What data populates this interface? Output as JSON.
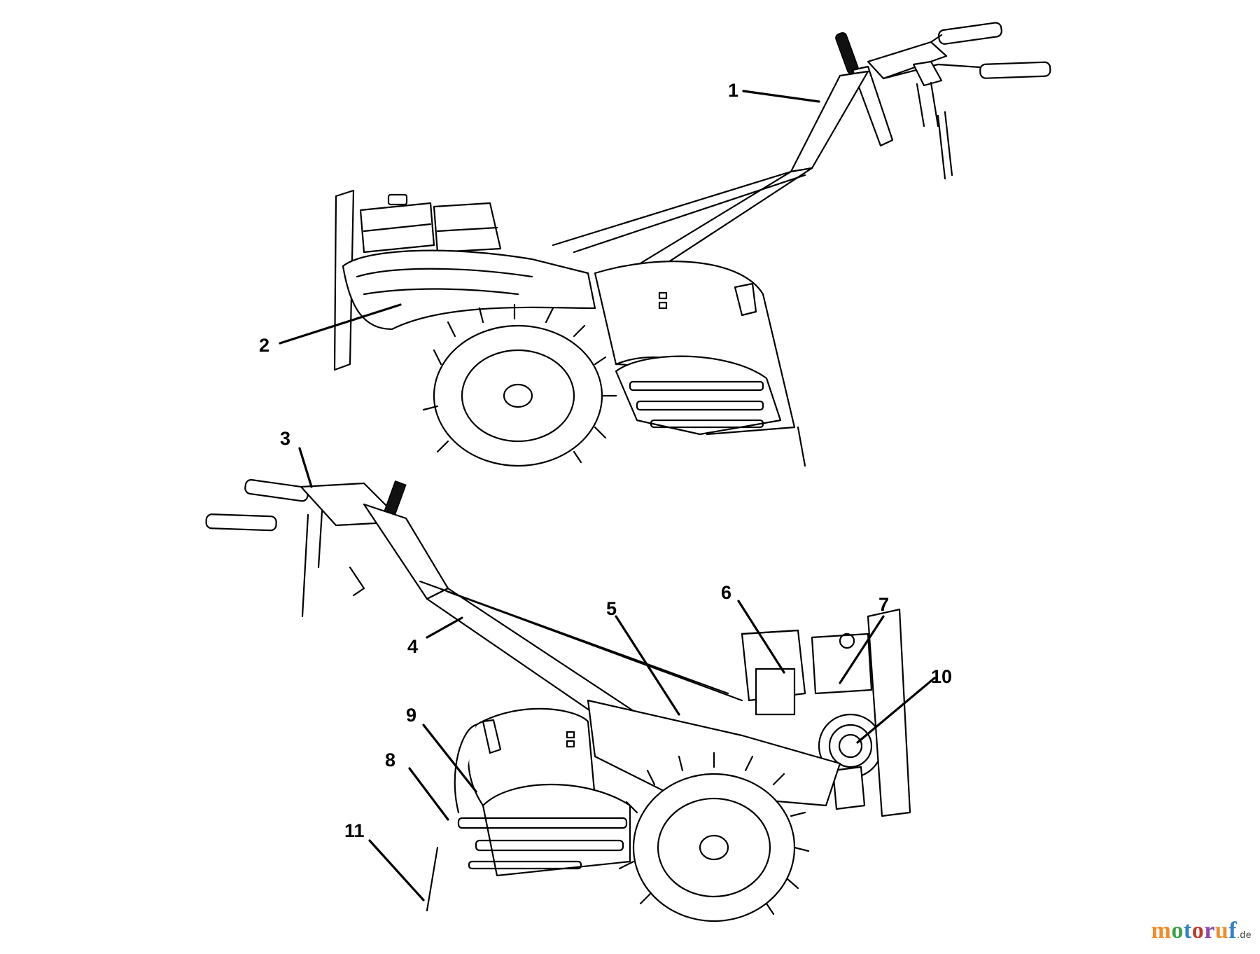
{
  "callouts": [
    {
      "id": "1",
      "label": "1"
    },
    {
      "id": "2",
      "label": "2"
    },
    {
      "id": "3",
      "label": "3"
    },
    {
      "id": "4",
      "label": "4"
    },
    {
      "id": "5",
      "label": "5"
    },
    {
      "id": "6",
      "label": "6"
    },
    {
      "id": "7",
      "label": "7"
    },
    {
      "id": "8",
      "label": "8"
    },
    {
      "id": "9",
      "label": "9"
    },
    {
      "id": "10",
      "label": "10"
    },
    {
      "id": "11",
      "label": "11"
    }
  ],
  "watermark": {
    "brand": "motoruf",
    "tld": ".de",
    "colors": [
      "#f28c28",
      "#3aa14a",
      "#2f7fcf",
      "#c0392b",
      "#8e44ad"
    ]
  }
}
